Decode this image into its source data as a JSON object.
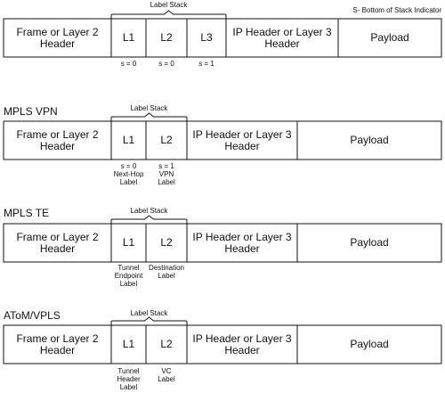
{
  "indicator": "S- Bottom of Stack Indicator",
  "stack_label": "Label Stack",
  "rows": [
    {
      "title": "",
      "cells": [
        "Frame or Layer 2\nHeader",
        "L1",
        "L2",
        "L3",
        "IP Header or Layer 3\nHeader",
        "Payload"
      ],
      "notes": [
        "s = 0",
        "s = 0",
        "s = 1"
      ]
    },
    {
      "title": "MPLS VPN",
      "cells": [
        "Frame or Layer 2\nHeader",
        "L1",
        "L2",
        "IP Header or Layer 3\nHeader",
        "Payload"
      ],
      "notes": [
        "s = 0\nNext-Hop\nLabel",
        "s = 1\nVPN\nLabel"
      ]
    },
    {
      "title": "MPLS TE",
      "cells": [
        "Frame or Layer 2\nHeader",
        "L1",
        "L2",
        "IP Header or Layer 3\nHeader",
        "Payload"
      ],
      "notes": [
        "Tunnel\nEndpoint\nLabel",
        "Destination\nLabel"
      ]
    },
    {
      "title": "AToM/VPLS",
      "cells": [
        "Frame or Layer 2\nHeader",
        "L1",
        "L2",
        "IP Header or Layer 3\nHeader",
        "Payload"
      ],
      "notes": [
        "Tunnel\nHeader\nLabel",
        "VC\nLabel"
      ]
    }
  ]
}
